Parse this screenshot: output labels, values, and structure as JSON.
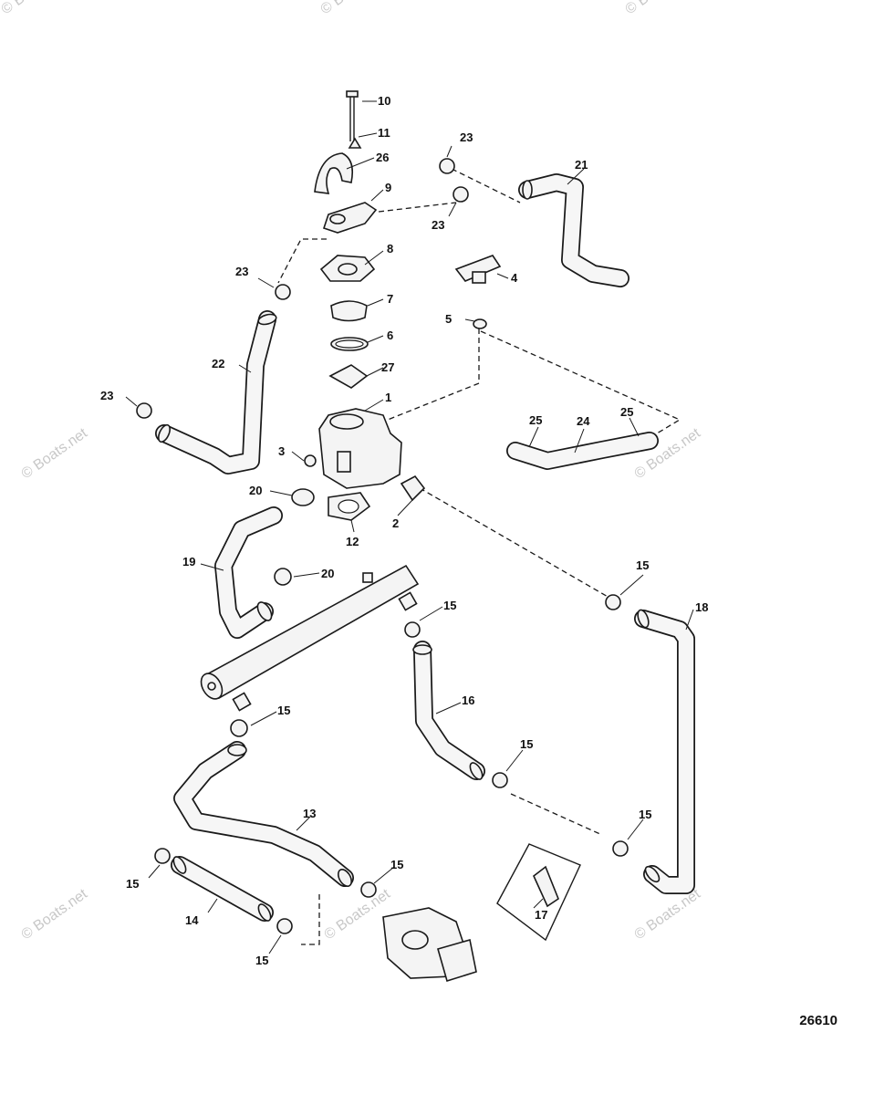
{
  "watermark": "© Boats.net",
  "figure_number": "26610",
  "callouts": [
    "1",
    "2",
    "3",
    "4",
    "5",
    "6",
    "7",
    "8",
    "9",
    "10",
    "11",
    "12",
    "13",
    "14",
    "15",
    "16",
    "17",
    "18",
    "19",
    "20",
    "21",
    "22",
    "23",
    "24",
    "25",
    "26",
    "27"
  ]
}
